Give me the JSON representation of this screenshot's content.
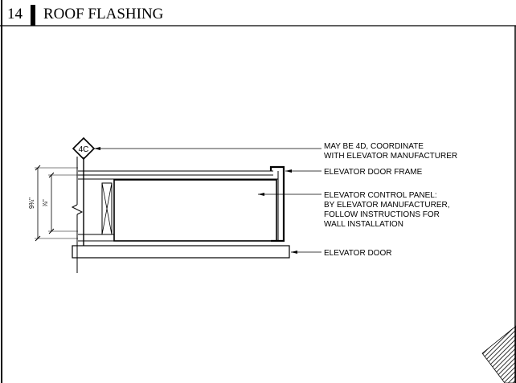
{
  "header": {
    "detail_number": "14",
    "title": "ROOF FLASHING"
  },
  "section_tag": "4C",
  "dimensions": {
    "outer": "9¾\"",
    "inner": "⅞\""
  },
  "callouts": [
    {
      "lines": [
        "MAY BE 4D, COORDINATE",
        "WITH ELEVATOR MANUFACTURER"
      ]
    },
    {
      "lines": [
        "ELEVATOR DOOR FRAME"
      ]
    },
    {
      "lines": [
        "ELEVATOR CONTROL PANEL:",
        "BY ELEVATOR MANUFACTURER,",
        "FOLLOW INSTRUCTIONS FOR",
        "WALL INSTALLATION"
      ]
    },
    {
      "lines": [
        "ELEVATOR DOOR"
      ]
    }
  ],
  "colors": {
    "ink": "#000000",
    "paper": "#ffffff"
  }
}
